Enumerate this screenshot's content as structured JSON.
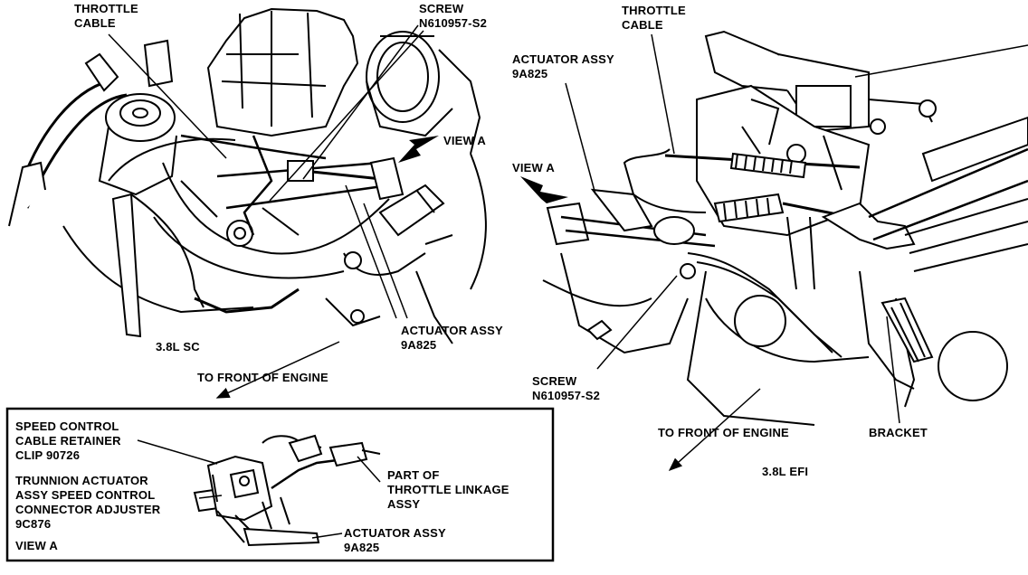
{
  "labels": {
    "left_throttle_cable": [
      "THROTTLE",
      "CABLE"
    ],
    "left_screw": [
      "SCREW",
      "N610957-S2"
    ],
    "left_view_a": "VIEW A",
    "left_actuator": [
      "ACTUATOR ASSY",
      "9A825"
    ],
    "left_engine": "3.8L SC",
    "left_front": "TO FRONT OF ENGINE",
    "right_throttle_cable": [
      "THROTTLE",
      "CABLE"
    ],
    "right_actuator": [
      "ACTUATOR ASSY",
      "9A825"
    ],
    "right_view_a": "VIEW A",
    "right_screw": [
      "SCREW",
      "N610957-S2"
    ],
    "right_front": "TO FRONT OF ENGINE",
    "right_bracket": "BRACKET",
    "right_engine": "3.8L EFI",
    "inset_retainer": [
      "SPEED CONTROL",
      "CABLE RETAINER",
      "CLIP 90726"
    ],
    "inset_trunnion": [
      "TRUNNION ACTUATOR",
      "ASSY SPEED CONTROL",
      "CONNECTOR ADJUSTER",
      "9C876"
    ],
    "inset_linkage": [
      "PART OF",
      "THROTTLE LINKAGE",
      "ASSY"
    ],
    "inset_actuator": [
      "ACTUATOR ASSY",
      "9A825"
    ],
    "inset_view": "VIEW A"
  }
}
